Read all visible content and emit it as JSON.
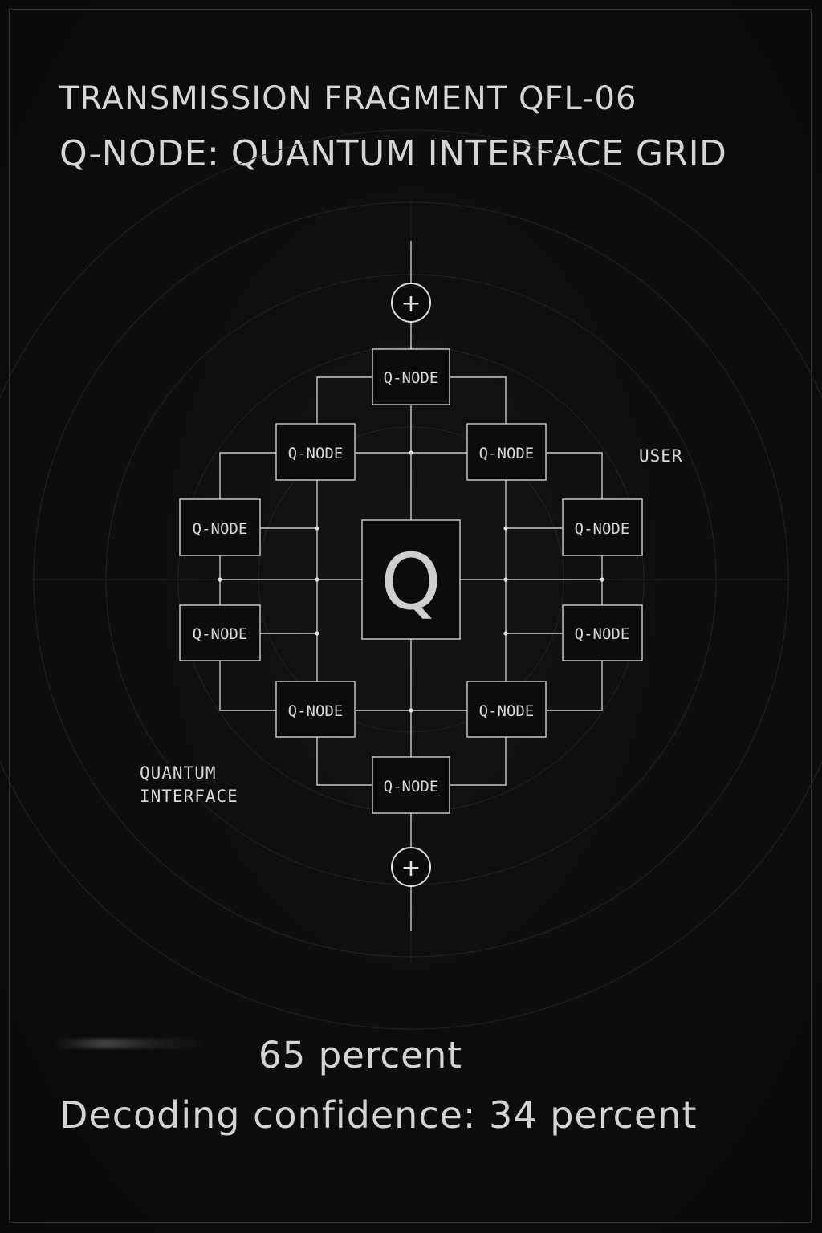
{
  "header": {
    "line1": "TRANSMISSION FRAGMENT QFL-06",
    "line2": "Q-NODE: QUANTUM INTERFACE GRID"
  },
  "diagram": {
    "core_label": "Q",
    "node_label": "Q-NODE",
    "node_count": 10,
    "labels": {
      "user": "USER",
      "interface_line1": "QUANTUM",
      "interface_line2": "INTERFACE"
    },
    "terminal_symbol": "+",
    "colors": {
      "background": "#0b0b0b",
      "line": "#cfcfcf",
      "text": "#d8d8d8",
      "grid": "#262626"
    }
  },
  "footer": {
    "line1": "65 percent",
    "line2": "Decoding confidence: 34 percent"
  }
}
